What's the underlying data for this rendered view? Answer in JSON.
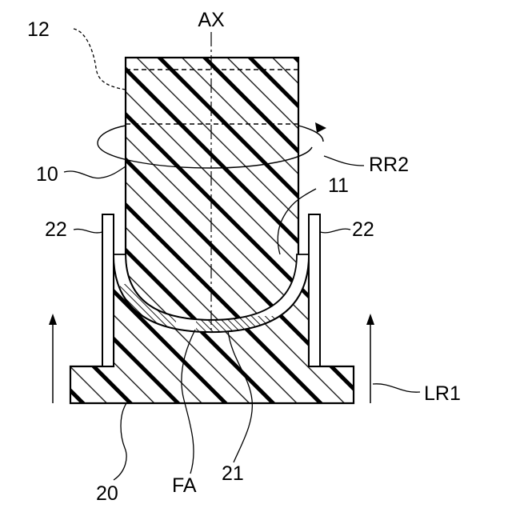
{
  "labels": {
    "ax": "AX",
    "part_12": "12",
    "part_10": "10",
    "rr2": "RR2",
    "part_11": "11",
    "part_22_left": "22",
    "part_22_right": "22",
    "lr1": "LR1",
    "part_20": "20",
    "fa": "FA",
    "part_21": "21"
  },
  "colors": {
    "line": "#000000",
    "background": "#ffffff"
  }
}
